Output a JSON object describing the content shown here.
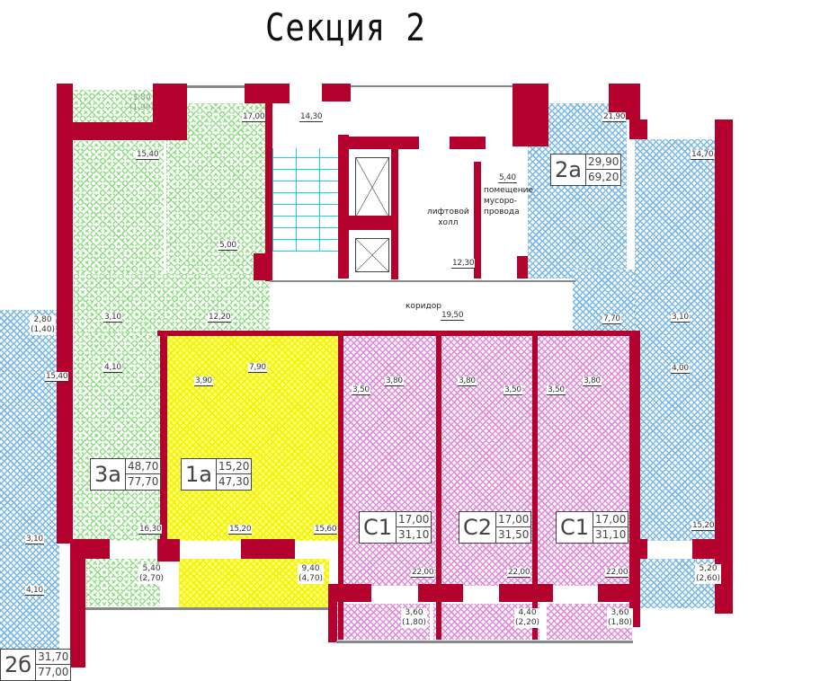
{
  "title": "Секция 2",
  "apartments": [
    {
      "code": "3а",
      "living": "48,70",
      "total": "77,70"
    },
    {
      "code": "1а",
      "living": "15,20",
      "total": "47,30"
    },
    {
      "code": "С1",
      "living": "17,00",
      "total": "31,10"
    },
    {
      "code": "С2",
      "living": "17,00",
      "total": "31,50"
    },
    {
      "code": "С1",
      "living": "17,00",
      "total": "31,10"
    },
    {
      "code": "2а",
      "living": "29,90",
      "total": "69,20"
    },
    {
      "code": "2б",
      "living": "31,70",
      "total": "77,00"
    }
  ],
  "rooms": {
    "a3_room1": "15,40",
    "a3_kitchen_living": "17,00",
    "a3_kitchen": "5,00",
    "a3_hall": "12,20",
    "a3_bath1": "3,10",
    "a3_bath2": "4,10",
    "a3_room2": "16,30",
    "a1_bath": "3,90",
    "a1_hall": "7,90",
    "a1_room": "15,20",
    "a1_kitchen": "15,60",
    "c1a_hall": "3,50",
    "c1a_bath": "3,80",
    "c1a_room": "22,00",
    "c2_bath": "3,80",
    "c2_hall": "3,50",
    "c2_room": "22,00",
    "c1b_hall": "3,50",
    "c1b_bath": "3,80",
    "c1b_room": "22,00",
    "a2_kitchen_living": "21,90",
    "a2_hall": "7,70",
    "a2_room1": "14,70",
    "a2_bath1": "3,10",
    "a2_bath2": "4,00",
    "a2_room2": "15,20",
    "b2_room": "15,40",
    "b2_bath1": "3,10",
    "b2_bath2": "4,10"
  },
  "balconies": [
    {
      "area": "3,80",
      "reduced": "(1,90)"
    },
    {
      "area": "5,40",
      "reduced": "(2,70)"
    },
    {
      "area": "9,40",
      "reduced": "(4,70)"
    },
    {
      "area": "3,60",
      "reduced": "(1,80)"
    },
    {
      "area": "4,40",
      "reduced": "(2,20)"
    },
    {
      "area": "3,60",
      "reduced": "(1,80)"
    },
    {
      "area": "5,20",
      "reduced": "(2,60)"
    },
    {
      "area": "2,80",
      "reduced": "(1,40)"
    }
  ],
  "common": {
    "stair_area": "14,30",
    "lift_hall_label_1": "лифтовой",
    "lift_hall_label_2": "холл",
    "lift_hall_area": "12,30",
    "trash_area": "5,40",
    "trash_label_1": "помещение",
    "trash_label_2": "мусоро-",
    "trash_label_3": "провода",
    "corridor_label": "коридор",
    "corridor_area": "19,50"
  }
}
